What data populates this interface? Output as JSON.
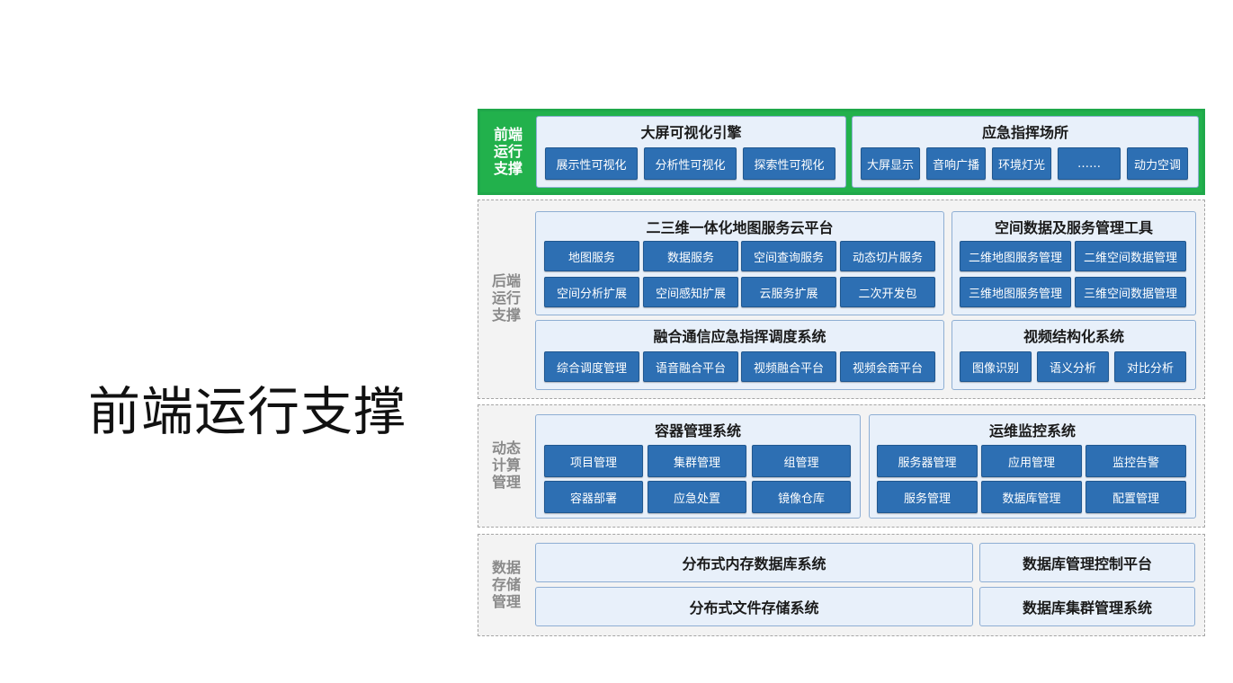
{
  "main_title": "前端运行支撑",
  "layers": {
    "front": {
      "label": "前端\n运行\n支撑",
      "viz_engine": {
        "title": "大屏可视化引擎",
        "items": [
          "展示性可视化",
          "分析性可视化",
          "探索性可视化"
        ]
      },
      "command_site": {
        "title": "应急指挥场所",
        "items": [
          "大屏显示",
          "音响广播",
          "环境灯光",
          "……",
          "动力空调"
        ]
      }
    },
    "backend": {
      "label": "后端\n运行\n支撑",
      "map_platform": {
        "title": "二三维一体化地图服务云平台",
        "items": [
          "地图服务",
          "数据服务",
          "空间查询服务",
          "动态切片服务",
          "空间分析扩展",
          "空间感知扩展",
          "云服务扩展",
          "二次开发包"
        ]
      },
      "spatial_tools": {
        "title": "空间数据及服务管理工具",
        "items": [
          "二维地图服务管理",
          "二维空间数据管理",
          "三维地图服务管理",
          "三维空间数据管理"
        ]
      },
      "dispatch_system": {
        "title": "融合通信应急指挥调度系统",
        "items": [
          "综合调度管理",
          "语音融合平台",
          "视频融合平台",
          "视频会商平台"
        ]
      },
      "video_system": {
        "title": "视频结构化系统",
        "items": [
          "图像识别",
          "语义分析",
          "对比分析"
        ]
      }
    },
    "compute": {
      "label": "动态\n计算\n管理",
      "container_system": {
        "title": "容器管理系统",
        "items": [
          "项目管理",
          "集群管理",
          "组管理",
          "容器部署",
          "应急处置",
          "镜像仓库"
        ]
      },
      "ops_system": {
        "title": "运维监控系统",
        "items": [
          "服务器管理",
          "应用管理",
          "监控告警",
          "服务管理",
          "数据库管理",
          "配置管理"
        ]
      }
    },
    "storage": {
      "label": "数据\n存储\n管理",
      "items": [
        "分布式内存数据库系统",
        "数据库管理控制平台",
        "分布式文件存储系统",
        "数据库集群管理系统"
      ]
    }
  }
}
